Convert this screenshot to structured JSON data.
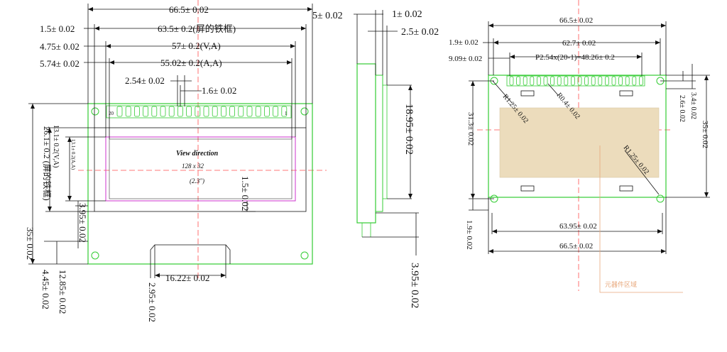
{
  "front": {
    "dims": {
      "overall_width": "66.5± 0.02",
      "frame_width": "63.5± 0.2(屏的铁框)",
      "va_width": "57± 0.2(V,A)",
      "aa_width": "55.02± 0.2(A,A)",
      "left_1": "1.5± 0.02",
      "left_2": "4.75± 0.02",
      "left_3": "5.74± 0.02",
      "pin_pitch": "2.54± 0.02",
      "pin_width": "1.6± 0.02",
      "frame_height": "26.1± 0.2 (屏的铁框)",
      "va_height": "13.1± 0.2(V,A)",
      "aa_height": "13.1± 0.2(A,A)",
      "overall_height": "35± 0.02",
      "dim_1_5_right": "1.5± 0.02",
      "dim_3_95": "3.95± 0.02",
      "dim_12_85": "12.85± 0.02",
      "dim_4_45": "4.45± 0.02",
      "dim_2_95": "2.95± 0.02",
      "dim_16_22": "16.22± 0.02"
    },
    "pin_first": "20",
    "pin_last": "1",
    "view_direction": "View direction",
    "resolution": "128  x  32",
    "size": "(2.3\")"
  },
  "side": {
    "dims": {
      "thickness_5": "5± 0.02",
      "thickness_1": "1± 0.02",
      "thickness_2_5": "2.5± 0.02",
      "height_18_95": "18.95± 0.02",
      "height_3_95": "3.95± 0.02"
    }
  },
  "back": {
    "dims": {
      "width_top": "66.5± 0.02",
      "pitch_width": "62.7± 0.02",
      "pin_row": "P2.54x(20-1)=48.26± 0.2",
      "left_1_9": "1.9± 0.02",
      "left_9_09": "9.09± 0.02",
      "radius_1": "R1.25± 0.02",
      "radius_2": "R0.4± 0.02",
      "radius_3": "R1.25± 0.02",
      "height_31_3": "31.3± 0.02",
      "right_3_4": "3.4± 0.02",
      "right_2_6": "2.6± 0.02",
      "right_35": "35± 0.02",
      "bottom_1_9": "1.9± 0.02",
      "width_63_95": "63.95± 0.02",
      "width_bottom": "66.5± 0.02",
      "component_area": "元器件区域"
    }
  },
  "colors": {
    "outline": "#33cc33",
    "center": "#ff4d4d",
    "window": "#cc33cc",
    "dim": "#111111",
    "component_fill": "#ecdcbc",
    "leader": "#e8a87c"
  }
}
